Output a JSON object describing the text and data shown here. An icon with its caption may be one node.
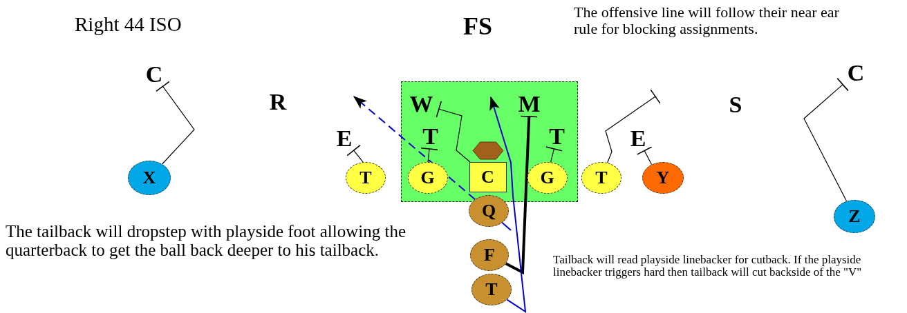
{
  "diagram": {
    "title": "Right 44 ISO",
    "nodes": [
      {
        "text": [
          "FS"
        ]
      },
      {
        "text": [
          "C"
        ]
      },
      {
        "text": [
          "R"
        ]
      },
      {
        "text": [],
        "shape": "box"
      },
      {
        "text": [
          "W"
        ],
        "in": 3
      },
      {
        "text": [
          "M"
        ],
        "in": 3
      },
      {
        "text": [
          "C"
        ]
      },
      {
        "text": [
          "S"
        ]
      },
      {
        "text": [
          "E"
        ]
      },
      {
        "text": [
          "T"
        ],
        "in": 3
      },
      {
        "text": [
          "T"
        ],
        "in": 3
      },
      {
        "text": [
          "E"
        ]
      },
      {
        "text": [],
        "shape": "hexagon",
        "in": 3
      },
      {
        "text": [
          "X"
        ]
      },
      {
        "text": [
          "T"
        ]
      },
      {
        "text": [
          "G"
        ],
        "in": 3
      },
      {
        "text": [
          "C"
        ],
        "in": 3
      },
      {
        "text": [
          "G"
        ],
        "in": 3
      },
      {
        "text": [
          "T"
        ]
      },
      {
        "text": [
          "Y"
        ]
      },
      {
        "text": [
          "Q"
        ]
      },
      {
        "text": [
          "Z"
        ]
      },
      {
        "text": [
          "F"
        ]
      },
      {
        "text": [
          "T"
        ]
      }
    ],
    "edges": [
      {
        "from": 13,
        "to": 1,
        "arrow": "other"
      },
      {
        "from": 14,
        "to": 8,
        "arrow": "other"
      },
      {
        "from": 15,
        "to": 9,
        "arrow": "other"
      },
      {
        "from": 16,
        "to": 4,
        "arrow": "other"
      },
      {
        "from": 17,
        "to": 10,
        "arrow": "other"
      },
      {
        "from": 18,
        "to": null,
        "arrow": "other"
      },
      {
        "from": 19,
        "to": 11,
        "arrow": "other"
      },
      {
        "from": 21,
        "to": 6,
        "arrow": "other"
      },
      {
        "from": 22,
        "to": 5,
        "arrow": "other",
        "style": "thick"
      },
      {
        "from": 20,
        "to": null,
        "arrow": "to",
        "style": "dashed",
        "color": "#0000cc"
      },
      {
        "from": 23,
        "to": 3,
        "arrow": "to",
        "color": "#0000cc"
      },
      {
        "from": 20,
        "to": null,
        "arrow": "none",
        "color": "#0000cc"
      }
    ],
    "labels": [
      "The offensive line will follow their near ear rule for blocking assignments.",
      "The tailback will dropstep with playside foot allowing the quarterback to get the ball back deeper to his tailback.",
      "Tailback will read playside linebacker for cutback.  If the playside linebacker triggers hard then tailback will cut backside of the \"V\""
    ]
  }
}
